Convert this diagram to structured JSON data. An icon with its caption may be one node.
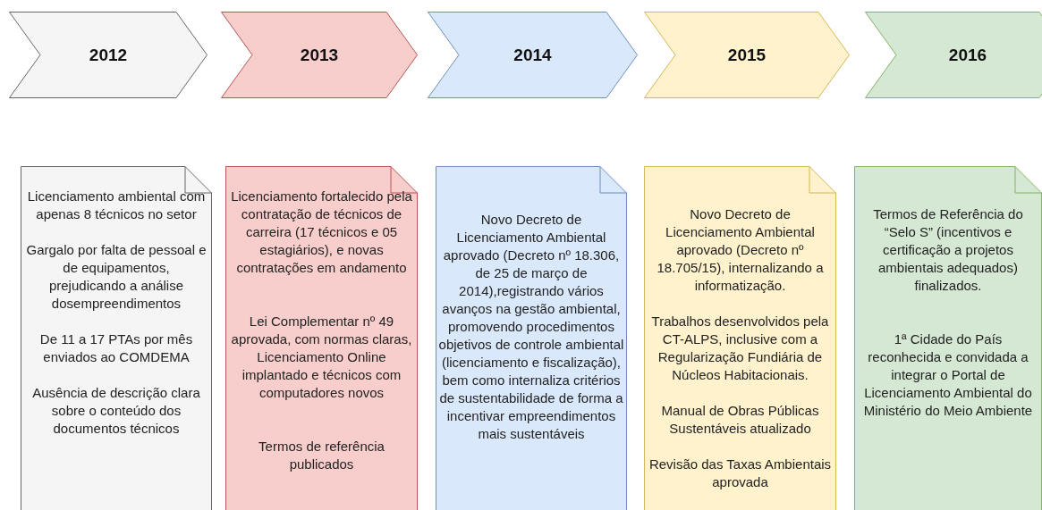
{
  "diagram": {
    "nodes": [
      {
        "text": [
          "2012"
        ]
      },
      {
        "text": [
          "2013"
        ]
      },
      {
        "text": [
          "2014"
        ]
      },
      {
        "text": [
          "2015"
        ]
      },
      {
        "text": [
          "2016"
        ]
      },
      {
        "text": [
          "Licenciamento ambiental com apenas 8 técnicos no setor",
          "Gargalo por falta de pessoal e de equipamentos, prejudicando a análise dosempreendimentos",
          "De 11 a 17 PTAs  por mês enviados ao COMDEMA",
          "Ausência de descrição clara sobre o conteúdo dos documentos técnicos"
        ]
      },
      {
        "text": [
          "Licenciamento fortalecido pela contratação de técnicos de carreira (17 técnicos e 05 estagiários), e novas contratações em andamento",
          "Lei Complementar nº 49 aprovada, com normas claras, Licenciamento Online implantado  e técnicos com computadores novos",
          "Termos de referência publicados"
        ]
      },
      {
        "text": [
          "Novo Decreto de Licenciamento Ambiental aprovado (Decreto nº 18.306, de 25 de março de 2014),registrando vários avanços na gestão ambiental, promovendo procedimentos objetivos de controle ambiental (licenciamento e fiscalização), bem como internaliza critérios de sustentabilidade de forma a incentivar empreendimentos mais sustentáveis"
        ]
      },
      {
        "text": [
          "Novo Decreto de Licenciamento Ambiental aprovado (Decreto nº 18.705/15), internalizando a informatização.",
          "Trabalhos desenvolvidos pela CT-ALPS, inclusive com a Regularização Fundiária de Núcleos Habitacionais.",
          "Manual de Obras Públicas Sustentáveis atualizado",
          "Revisão das Taxas Ambientais aprovada"
        ]
      },
      {
        "text": [
          "Termos de Referência do “Selo S” (incentivos e certificação a projetos ambientais adequados) finalizados.",
          "1ª Cidade do País reconhecida e convidada a integrar o Portal de Licenciamento Ambiental do Ministério do Meio Ambiente"
        ]
      }
    ],
    "edges": []
  }
}
